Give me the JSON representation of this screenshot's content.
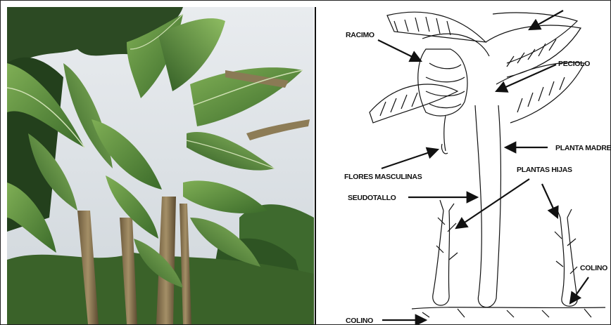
{
  "diagram": {
    "labels": {
      "racimo": "RACIMO",
      "peciolo": "PECIOLO",
      "planta_madre": "PLANTA MADRE",
      "flores_masculinas": "FLORES MASCULINAS",
      "plantas_hijas": "PLANTAS HIJAS",
      "seudotallo": "SEUDOTALLO",
      "colino_right": "COLINO",
      "colino_left": "COLINO"
    }
  },
  "colors": {
    "leaf_dark": "#2f5a23",
    "leaf_light": "#6f9a4a",
    "sky": "#dfe3e6",
    "ink": "#111111"
  }
}
